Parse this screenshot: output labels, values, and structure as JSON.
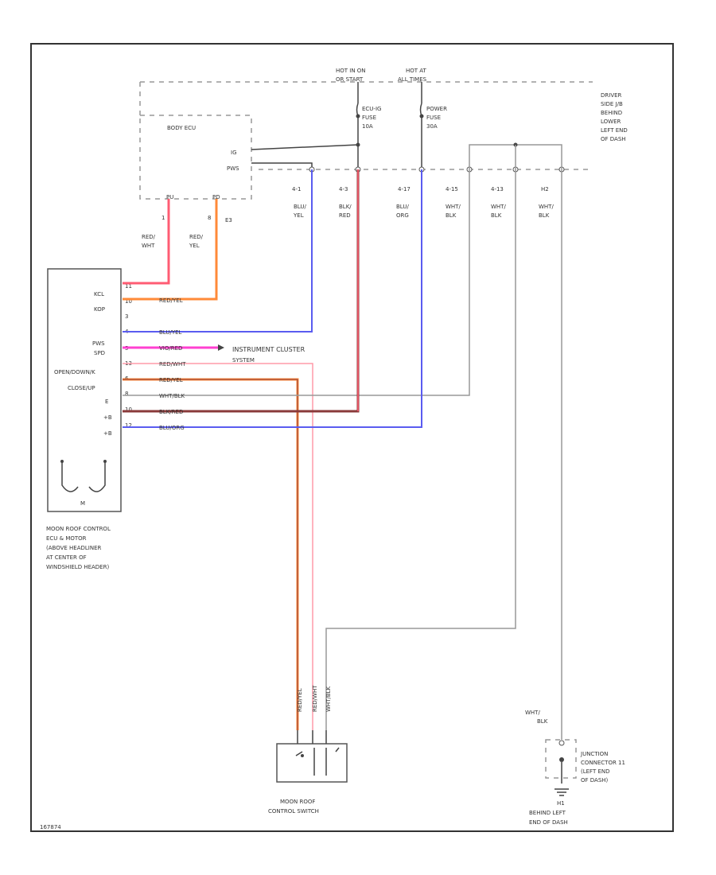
{
  "supply": {
    "hot_in_on": [
      "HOT IN ON",
      "OR START"
    ],
    "hot_at_all": [
      "HOT AT",
      "ALL TIMES"
    ]
  },
  "fuses": {
    "ecu_ig": [
      "ECU-IG",
      "FUSE",
      "10A"
    ],
    "power": [
      "POWER",
      "FUSE",
      "30A"
    ]
  },
  "driver_jb": [
    "DRIVER",
    "SIDE J/B",
    "BEHIND",
    "LOWER",
    "LEFT END",
    "OF DASH"
  ],
  "body_ecu": {
    "title": "BODY ECU",
    "pins": [
      "IG",
      "PWS"
    ],
    "bottom_pins": [
      "PU",
      "PD"
    ],
    "pin_nums": [
      "1",
      "8",
      "E3"
    ]
  },
  "jb_pins": [
    "4-1",
    "4-3",
    "4-17",
    "4-15",
    "4-13",
    "H2"
  ],
  "jb_wire_colors": [
    [
      "BLU/",
      "YEL"
    ],
    [
      "BLK/",
      "RED"
    ],
    [
      "BLU/",
      "ORG"
    ],
    [
      "WHT/",
      "BLK"
    ],
    [
      "WHT/",
      "BLK"
    ],
    [
      "WHT/",
      "BLK"
    ]
  ],
  "ecu_side_colors": [
    [
      "RED/",
      "WHT"
    ],
    [
      "RED/",
      "YEL"
    ]
  ],
  "control_ecu": {
    "pins": [
      "KCL",
      "KOP",
      "",
      "PWS",
      "SPD",
      "OPEN/DOWN/K",
      "CLOSE/UP",
      "E",
      "+B",
      "+B"
    ],
    "pin_nums": [
      "11",
      "10",
      "3",
      "4",
      "5",
      "13",
      "6",
      "8",
      "10",
      "12"
    ],
    "wire_labels": [
      "",
      "RED/YEL",
      "",
      "BLU/YEL",
      "VIO/RED",
      "RED/WHT",
      "RED/YEL",
      "WHT/BLK",
      "BLK/RED",
      "BLU/ORG"
    ],
    "motor_label": "M",
    "description": [
      "MOON ROOF CONTROL",
      "ECU & MOTOR",
      "(ABOVE HEADLINER",
      "AT CENTER OF",
      "WINDSHIELD HEADER)"
    ]
  },
  "instrument_cluster": [
    "INSTRUMENT CLUSTER",
    "SYSTEM"
  ],
  "switch": {
    "wire_labels": [
      "RED/YEL",
      "RED/WHT",
      "WHT/BLK"
    ],
    "description": [
      "MOON ROOF",
      "CONTROL SWITCH"
    ]
  },
  "ground": {
    "wire_color": [
      "WHT/",
      "BLK"
    ],
    "junction_desc": [
      "JUNCTION",
      "CONNECTOR 11",
      "(LEFT END",
      "OF DASH)"
    ],
    "ground_id": "H1",
    "ground_desc": [
      "BEHIND LEFT",
      "END OF DASH"
    ]
  },
  "figure_id": "167874",
  "colors": {
    "red": "#ff5c73",
    "orange": "#ff8a38",
    "blue": "#5a5cf0",
    "pink": "#ff40d0",
    "brown": "#8a3a3a",
    "light_red": "#ff9aa8",
    "gray": "#999999"
  }
}
